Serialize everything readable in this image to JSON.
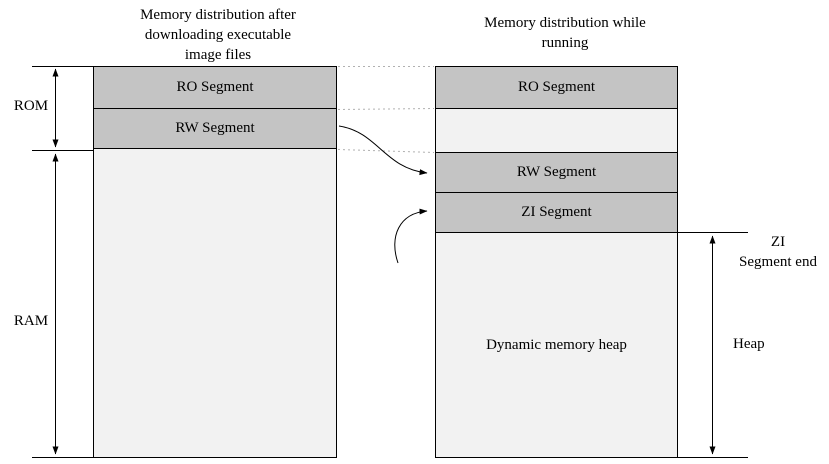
{
  "diagram": {
    "titles": {
      "left": "Memory distribution after\ndownloading executable\nimage files",
      "right": "Memory distribution while\nrunning"
    },
    "left_column": {
      "segments": [
        {
          "label": "RO Segment"
        },
        {
          "label": "RW Segment"
        },
        {
          "label": ""
        }
      ]
    },
    "right_column": {
      "segments": [
        {
          "label": "RO Segment"
        },
        {
          "label": ""
        },
        {
          "label": "RW Segment"
        },
        {
          "label": "ZI Segment"
        },
        {
          "label": "Dynamic memory heap"
        }
      ]
    },
    "side_labels": {
      "rom": "ROM",
      "ram": "RAM",
      "zi_end": "ZI\nSegment end",
      "heap": "Heap"
    },
    "colors": {
      "segment_gray": "#c4c4c4",
      "segment_light": "#f2f2f2",
      "border": "#000000",
      "dotted_line": "#b0b0b0"
    }
  }
}
